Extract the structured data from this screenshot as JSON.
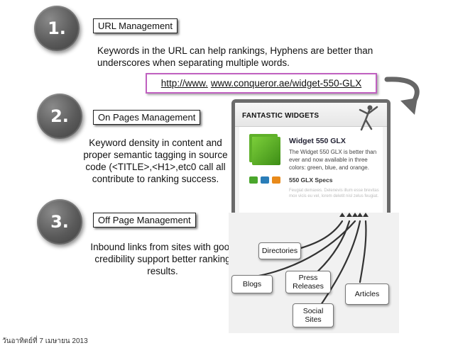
{
  "sections": [
    {
      "number": "1.",
      "title": "URL Management",
      "description_lines": [
        "Keywords in the URL can help rankings, Hyphens are better than",
        "underscores when separating multiple words."
      ],
      "url_parts": [
        "http://www.",
        "www.conqueror.ae/widget-550-GLX"
      ]
    },
    {
      "number": "2.",
      "title": "On Pages Management",
      "description_lines": [
        "Keyword density in content and",
        "proper semantic tagging in source",
        "code (<TITLE>,<H1>,etc0 call all",
        "contribute to ranking success."
      ]
    },
    {
      "number": "3.",
      "title": "Off Page Management",
      "description_lines": [
        "Inbound links from sites with good",
        "credibility support better ranking",
        "results."
      ]
    }
  ],
  "product_shot": {
    "header": "FANTASTIC WIDGETS",
    "title": "Widget 550 GLX",
    "description": "The Widget 550 GLX is better than ever and now available in three colors: green, blue, and orange.",
    "specs_title": "550 GLX Specs",
    "fine_print": "Feugiat demaxes. Delenevis illum esse brevitas mox vicis eu vel, lorem deletit nisl zelus feugiat.",
    "swatch_colors": [
      "#4aa62c",
      "#2a7db8",
      "#e88a1a"
    ],
    "icons": [
      "cube-icon",
      "figure-icon"
    ]
  },
  "link_diagram": {
    "nodes": [
      "Directories",
      "Blogs",
      "Press\nReleases",
      "Articles",
      "Social\nSites"
    ]
  },
  "footer": "วันอาทิตย์ที่ 7 เมษายน  2013",
  "colors": {
    "accent_border": "#c060c0",
    "circle": "#5a5a5a"
  }
}
